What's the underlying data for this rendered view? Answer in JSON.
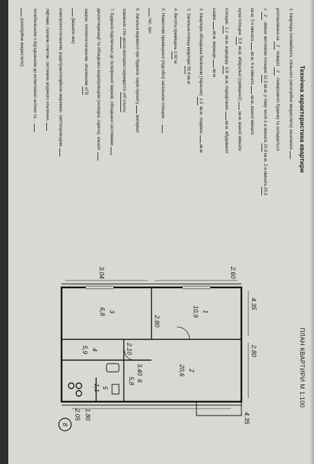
{
  "document": {
    "title": "Технічна характеристика квартири",
    "lines": [
      {
        "pre": "1. Квартира посімейного, спільного (непотрібне викреслити) заселення",
        "fill": "",
        "post": ""
      },
      {
        "pre": "розташована на",
        "fill": "2",
        "post": "поверсі",
        "fill2": "2",
        "post2": "-поверхового будинку та складається"
      },
      {
        "pre": "з",
        "fill": "2",
        "post": "-кімнат житловою площею",
        "fill2": "31,5",
        "post2": "кв.м; у тому числі 1-а кімната",
        "fill3": "10,9",
        "post3": "кв.м, 2-а кімната",
        "fill4": "20,6"
      },
      {
        "pre": "кв.м, 3-я кімната",
        "fill": "",
        "post": "кв.м, 4-а кімната",
        "fill2": "",
        "post2": "кв.м, ванної кімнати"
      },
      {
        "pre": "кухні площею",
        "fill": "5,9",
        "post": "кв.м, вбиральні (суміщеної)",
        "fill2": "",
        "post2": "кв.м, ванної кімнати"
      },
      {
        "pre": "площею",
        "fill": "1,1",
        "post": "кв.м, коридору",
        "fill2": "6,8",
        "post2": "кв.м, передпокою",
        "fill3": "",
        "post3": "кв.м, вбудованої"
      },
      {
        "pre": "шафи",
        "fill": "",
        "post": "кв.м, веранди",
        "fill2": "",
        "post2": "кв.м."
      },
      {
        "pre": "2. Квартира обладнана балконом (терасою)",
        "fill": "1,6",
        "post": "кв.м, лоджією",
        "fill2": "",
        "post2": "кв.м."
      },
      {
        "pre": "3. Загальна площа квартири",
        "fill": "50,9",
        "post": "кв.м."
      },
      {
        "pre": "4. Висота приміщень",
        "fill": "2,60",
        "post": "м."
      },
      {
        "pre": "5. Нежитлові приміщення (підсобні) загальною площею ...",
        "fill": "",
        "post": ""
      },
      {
        "pre": "",
        "fill": "",
        "post": "тис. грн."
      },
      {
        "pre": "6. Загальні відомості про будинок: серія проєкту",
        "fill": "",
        "post": "матеріал"
      },
      {
        "pre": "зовнішніх стін",
        "fill": "цегла",
        "post": "матеріал перекриття",
        "fill2": "з/б плити",
        "post2": ""
      },
      {
        "pre": "7. Будинок підключено до телефонної мережі, обладнано системами",
        "fill": "",
        "post": ""
      },
      {
        "pre": "диспетчеризації та обладнано водопроводом (холодна, гаряча), каналі-",
        "fill": "",
        "post": ""
      },
      {
        "pre": "зацією, теплопостачанням, опаленням",
        "fill": "АГВ",
        "post": ""
      },
      {
        "pre": "",
        "fill": "",
        "post": "(вказати яке)"
      },
      {
        "pre": "електропостачанням, радіотрансляційною мережею, сміттєпроводом,",
        "fill": "",
        "post": ""
      },
      {
        "pre": "ліфтами, газовою плитою, системою водяного опалення,",
        "fill": "",
        "post": ""
      },
      {
        "pre": "телебаченням з під'єднанням до колективної антени та ...",
        "fill": "",
        "post": ""
      },
      {
        "pre": "",
        "fill": "",
        "post": "(непотрібне викреслити)."
      }
    ]
  },
  "plan": {
    "title": "ПЛАН КВАРТИРИ М 1:100",
    "dims": [
      "2.60",
      "3.04",
      "4.35",
      "4.35",
      "2.80",
      "2.80",
      "1.80",
      "2.05",
      "3.40",
      "2.10"
    ],
    "rooms": [
      {
        "num": "1",
        "area": "10,9"
      },
      {
        "num": "2",
        "area": "20,6"
      },
      {
        "num": "3",
        "area": "6,8"
      },
      {
        "num": "4",
        "area": "5,9"
      },
      {
        "num": "5",
        "area": "1,1"
      },
      {
        "num": "6",
        "area": "5,8"
      }
    ],
    "circle_label": "8"
  }
}
